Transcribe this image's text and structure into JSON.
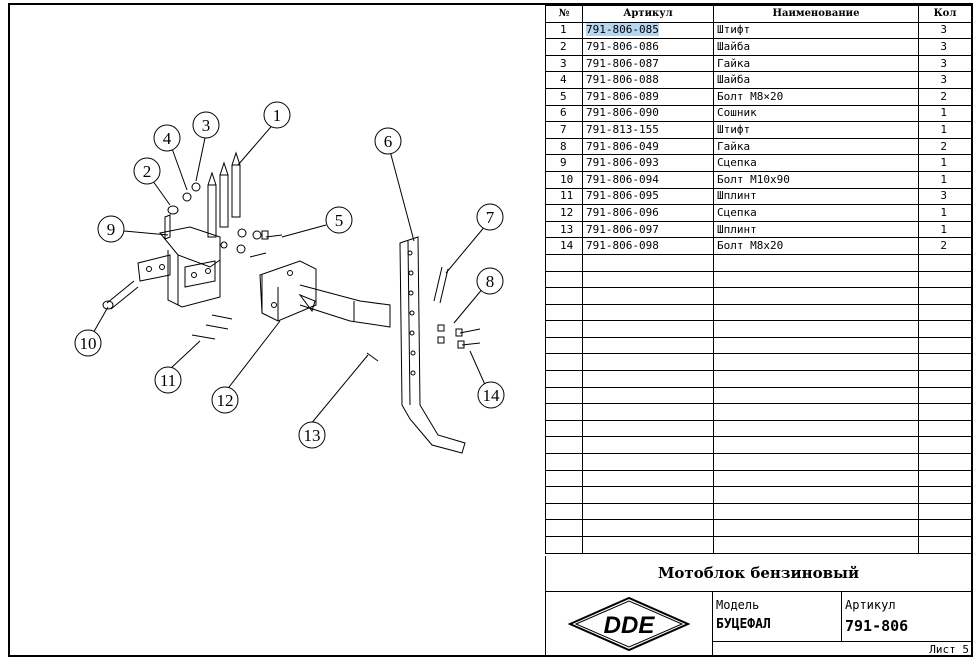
{
  "table": {
    "headers": {
      "num": "№",
      "article": "Артикул",
      "name": "Наименование",
      "qty": "Кол"
    },
    "rows": [
      {
        "num": "1",
        "article": "791-806-085",
        "name": "Штифт",
        "qty": "3"
      },
      {
        "num": "2",
        "article": "791-806-086",
        "name": "Шайба",
        "qty": "3"
      },
      {
        "num": "3",
        "article": "791-806-087",
        "name": "Гайка",
        "qty": "3"
      },
      {
        "num": "4",
        "article": "791-806-088",
        "name": "Шайба",
        "qty": "3"
      },
      {
        "num": "5",
        "article": "791-806-089",
        "name": "Болт М8×20",
        "qty": "2"
      },
      {
        "num": "6",
        "article": "791-806-090",
        "name": "Сошник",
        "qty": "1"
      },
      {
        "num": "7",
        "article": "791-813-155",
        "name": "Штифт",
        "qty": "1"
      },
      {
        "num": "8",
        "article": "791-806-049",
        "name": "Гайка",
        "qty": "2"
      },
      {
        "num": "9",
        "article": "791-806-093",
        "name": "Сцепка",
        "qty": "1"
      },
      {
        "num": "10",
        "article": "791-806-094",
        "name": "Болт М10x90",
        "qty": "1"
      },
      {
        "num": "11",
        "article": "791-806-095",
        "name": "Шплинт",
        "qty": "3"
      },
      {
        "num": "12",
        "article": "791-806-096",
        "name": "Сцепка",
        "qty": "1"
      },
      {
        "num": "13",
        "article": "791-806-097",
        "name": "Шплинт",
        "qty": "1"
      },
      {
        "num": "14",
        "article": "791-806-098",
        "name": "Болт М8x20",
        "qty": "2"
      }
    ],
    "empty_rows": 18
  },
  "title_block": {
    "title": "Мотоблок бензиновый",
    "logo_text": "DDE",
    "model_caption": "Модель",
    "model_value": "БУЦЕФАЛ",
    "article_caption": "Артикул",
    "article_value": "791-806",
    "sheet": "Лист 5"
  },
  "callouts": [
    "1",
    "2",
    "3",
    "4",
    "5",
    "6",
    "7",
    "8",
    "9",
    "10",
    "11",
    "12",
    "13",
    "14"
  ],
  "selection": {
    "row": 0,
    "field": "article",
    "color": "#b7d6f0"
  }
}
